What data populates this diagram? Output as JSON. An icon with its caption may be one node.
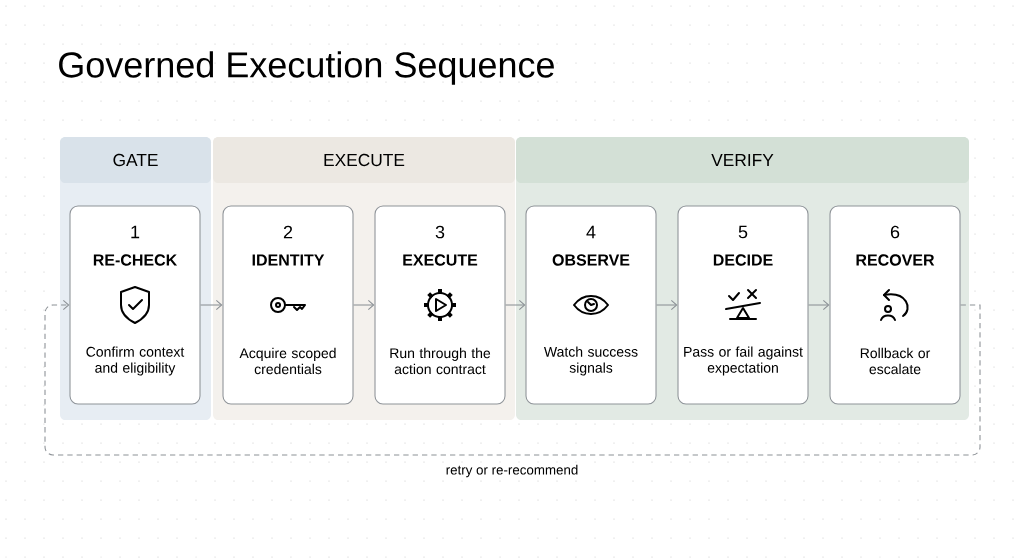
{
  "diagram": {
    "title": "Governed Execution Sequence",
    "nodes": [
      {
        "text": [
          "GATE"
        ]
      },
      {
        "text": [
          "EXECUTE"
        ]
      },
      {
        "text": [
          "VERIFY"
        ]
      },
      {
        "text": [
          "1",
          "RE-CHECK",
          "Confirm context and eligibility"
        ],
        "in": 0
      },
      {
        "text": [
          "2",
          "IDENTITY",
          "Acquire scoped credentials"
        ],
        "in": 1
      },
      {
        "text": [
          "3",
          "EXECUTE",
          "Run through the action contract"
        ],
        "in": 1
      },
      {
        "text": [
          "4",
          "OBSERVE",
          "Watch success signals"
        ],
        "in": 2
      },
      {
        "text": [
          "5",
          "DECIDE",
          "Pass or fail against expectation"
        ],
        "in": 2
      },
      {
        "text": [
          "6",
          "RECOVER",
          "Rollback or escalate"
        ],
        "in": 2
      }
    ],
    "edges": [
      {
        "from": 3,
        "to": 4,
        "arrow": "to"
      },
      {
        "from": 4,
        "to": 5,
        "arrow": "to"
      },
      {
        "from": 5,
        "to": 6,
        "arrow": "to"
      },
      {
        "from": 6,
        "to": 7,
        "arrow": "to"
      },
      {
        "from": 7,
        "to": 8,
        "arrow": "to"
      },
      {
        "from": 8,
        "to": 3,
        "arrow": "to",
        "style": "dashed",
        "label": "retry or re-recommend"
      }
    ]
  }
}
